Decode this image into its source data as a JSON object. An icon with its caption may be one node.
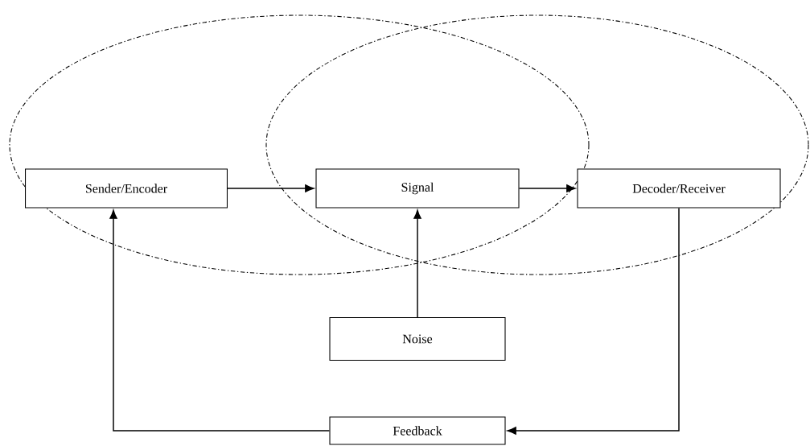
{
  "diagram": {
    "nodes": [
      {
        "text": [
          "Sender/Encoder"
        ]
      },
      {
        "text": [
          "Signal"
        ]
      },
      {
        "text": [
          "Decoder/Receiver"
        ]
      },
      {
        "text": [
          "Noise"
        ]
      },
      {
        "text": [
          "Feedback"
        ]
      }
    ],
    "edges": [
      {
        "from": 0,
        "to": 1,
        "arrow": "to"
      },
      {
        "from": 1,
        "to": 2,
        "arrow": "to"
      },
      {
        "from": 3,
        "to": 1,
        "arrow": "to"
      },
      {
        "from": 2,
        "to": 4,
        "arrow": "to"
      },
      {
        "from": 4,
        "to": 0,
        "arrow": "to"
      }
    ]
  }
}
